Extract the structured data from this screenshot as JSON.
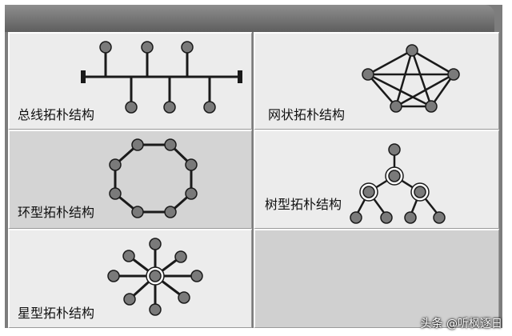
{
  "colors": {
    "node_fill": "#7a7a7a",
    "node_stroke": "#1a1a1a",
    "line": "#1a1a1a",
    "hub_ring": "#ffffff"
  },
  "panels": {
    "bus": {
      "label": "总线拓朴结构"
    },
    "mesh": {
      "label": "网状拓朴结构"
    },
    "ring": {
      "label": "环型拓朴结构"
    },
    "tree": {
      "label": "树型拓朴结构"
    },
    "star": {
      "label": "星型拓朴结构"
    }
  },
  "watermark": {
    "text": "头条 @听枫逐日"
  }
}
